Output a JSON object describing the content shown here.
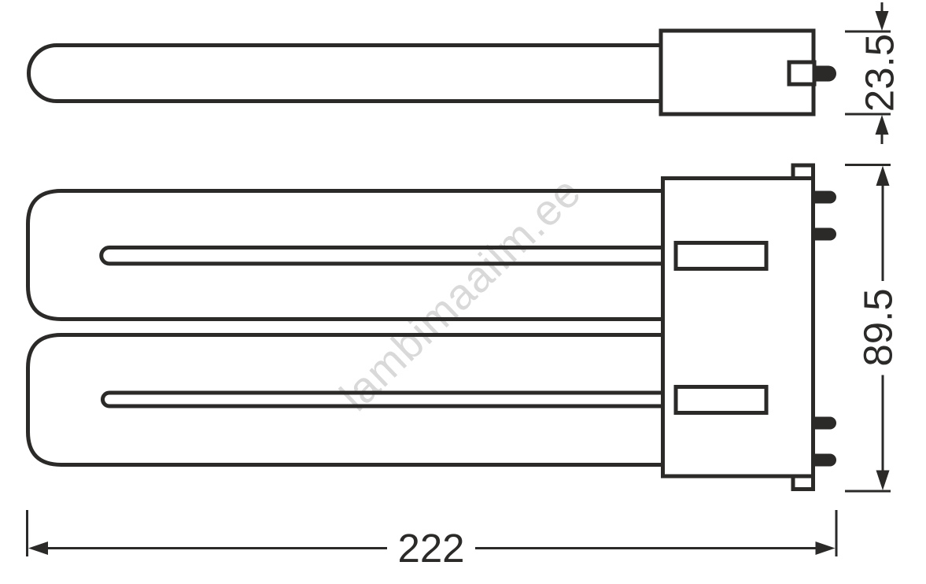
{
  "drawing": {
    "watermark": "lambimaailm.ee",
    "dimensions": {
      "base_height_mm": "23.5",
      "overall_height_mm": "89.5",
      "overall_length_mm": "222"
    },
    "colors": {
      "line": "#2b2a29",
      "watermark": "#d9d9d9",
      "background": "#ffffff"
    }
  }
}
